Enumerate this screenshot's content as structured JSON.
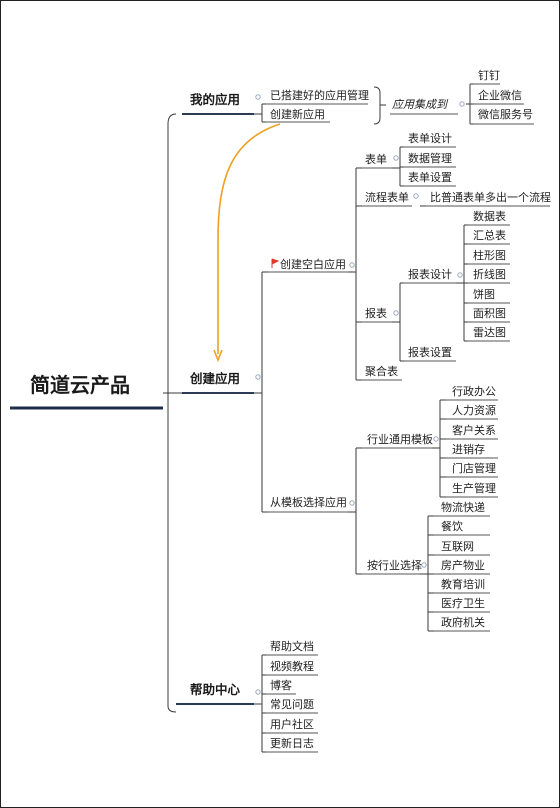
{
  "root": "简道云产品",
  "sections": {
    "my_apps": {
      "label": "我的应用",
      "items": [
        "已搭建好的应用管理",
        "创建新应用"
      ],
      "integration": {
        "label": "应用集成到",
        "targets": [
          "钉钉",
          "企业微信",
          "微信服务号"
        ]
      }
    },
    "create_app": {
      "label": "创建应用",
      "blank": {
        "label": "创建空白应用",
        "form": {
          "label": "表单",
          "items": [
            "表单设计",
            "数据管理",
            "表单设置"
          ]
        },
        "flow_form": {
          "label": "流程表单",
          "note": "比普通表单多出一个流程"
        },
        "report": {
          "label": "报表",
          "design": {
            "label": "报表设计",
            "items": [
              "数据表",
              "汇总表",
              "柱形图",
              "折线图",
              "饼图",
              "面积图",
              "雷达图"
            ]
          },
          "settings": "报表设置"
        },
        "aggregate": "聚合表"
      },
      "template": {
        "label": "从模板选择应用",
        "general": {
          "label": "行业通用模板",
          "items": [
            "行政办公",
            "人力资源",
            "客户关系",
            "进销存",
            "门店管理",
            "生产管理"
          ]
        },
        "industry": {
          "label": "按行业选择",
          "items": [
            "物流快递",
            "餐饮",
            "互联网",
            "房产物业",
            "教育培训",
            "医疗卫生",
            "政府机关"
          ]
        }
      }
    },
    "help": {
      "label": "帮助中心",
      "items": [
        "帮助文档",
        "视频教程",
        "博客",
        "常见问题",
        "用户社区",
        "更新日志"
      ]
    }
  },
  "colors": {
    "arrow": "#f0a020",
    "flag": "#e03a2f",
    "underline": "#1f2d4d"
  }
}
